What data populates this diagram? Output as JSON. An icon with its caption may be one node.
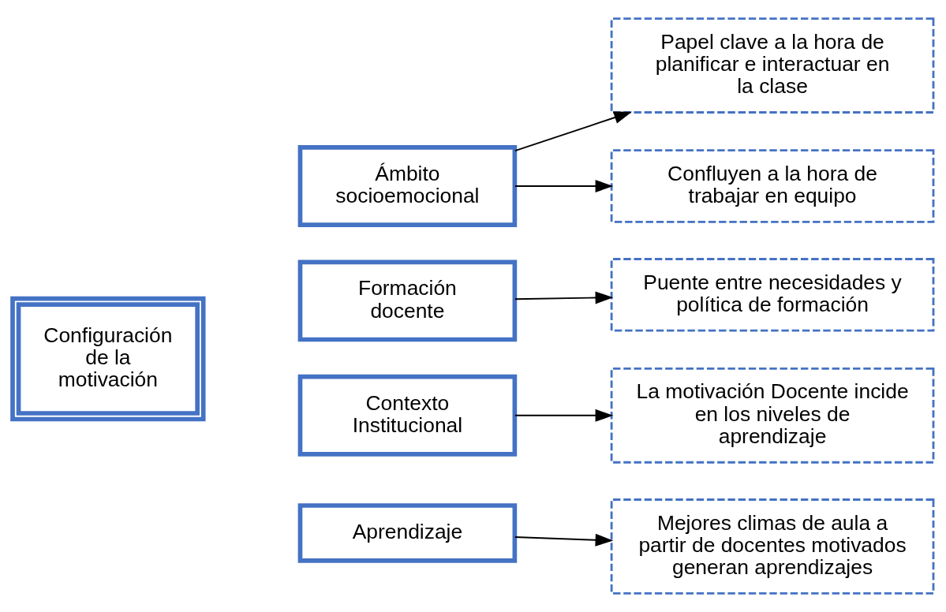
{
  "diagram": {
    "nodes": [
      {
        "text": [
          "Configuración de la motivación"
        ]
      },
      {
        "text": [
          "Ámbito socioemocional"
        ]
      },
      {
        "text": [
          "Formación docente"
        ]
      },
      {
        "text": [
          "Contexto Institucional"
        ]
      },
      {
        "text": [
          "Aprendizaje"
        ]
      },
      {
        "text": [
          "Papel clave a la hora de planificar e interactuar en la clase"
        ]
      },
      {
        "text": [
          "Confluyen a la hora de trabajar en equipo"
        ]
      },
      {
        "text": [
          "Puente entre necesidades y política de formación"
        ]
      },
      {
        "text": [
          "La motivación Docente incide en los niveles de aprendizaje"
        ]
      },
      {
        "text": [
          "Mejores climas de aula a partir de docentes motivados generan aprendizajes"
        ]
      }
    ],
    "edges": [
      {
        "from": 1,
        "to": 5,
        "arrow": "to"
      },
      {
        "from": 1,
        "to": 6,
        "arrow": "to"
      },
      {
        "from": 2,
        "to": 7,
        "arrow": "to"
      },
      {
        "from": 3,
        "to": 8,
        "arrow": "to"
      },
      {
        "from": 4,
        "to": 9,
        "arrow": "to"
      }
    ]
  }
}
